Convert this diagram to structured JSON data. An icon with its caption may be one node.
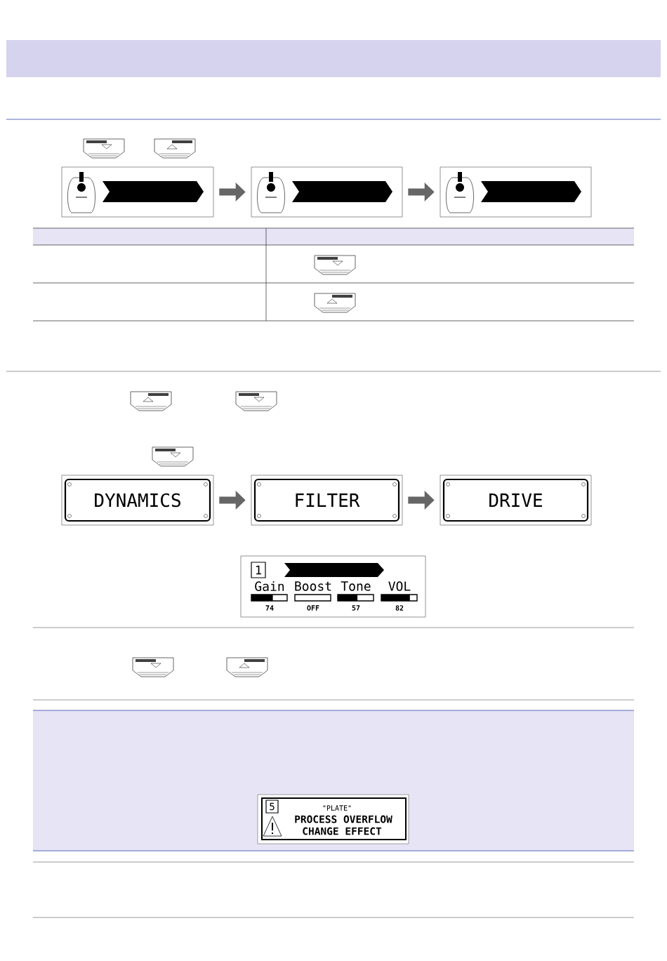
{
  "diagram": {
    "nodes": [
      {
        "text": [],
        "shape": "box"
      },
      {
        "text": [],
        "shape": "box"
      },
      {
        "text": [],
        "shape": "box"
      },
      {
        "text": [
          "DYNAMICS"
        ]
      },
      {
        "text": [
          "FILTER"
        ]
      },
      {
        "text": [
          "DRIVE"
        ]
      }
    ],
    "edges": [
      {
        "from": 0,
        "to": 1,
        "arrow": "to"
      },
      {
        "from": 1,
        "to": 2,
        "arrow": "to"
      },
      {
        "from": 3,
        "to": 4,
        "arrow": "to"
      },
      {
        "from": 4,
        "to": 5,
        "arrow": "to"
      }
    ],
    "labels": [
      "1",
      "Gain",
      "Boost",
      "Tone",
      "VOL",
      "74",
      "OFF",
      "57",
      "82",
      "5",
      "\"PLATE\"",
      "PROCESS OVERFLOW",
      "CHANGE EFFECT"
    ]
  }
}
